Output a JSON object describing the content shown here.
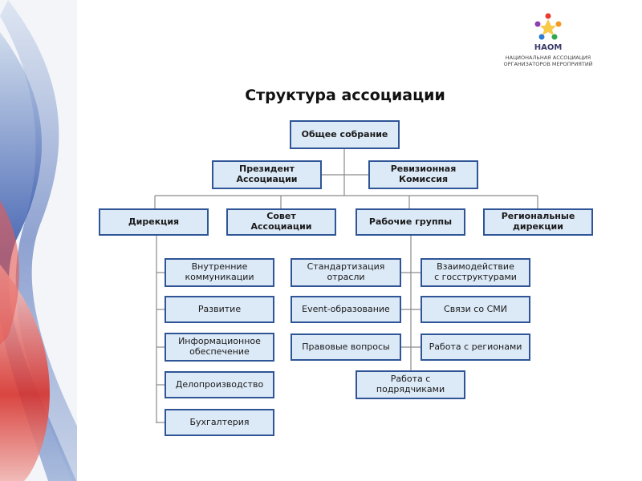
{
  "title": "Структура ассоциации",
  "logo": {
    "name": "НАОМ",
    "subtitle": "НАЦИОНАЛЬНАЯ АССОЦИАЦИЯ\nОРГАНИЗАТОРОВ МЕРОПРИЯТИЙ"
  },
  "colors": {
    "box_fill": "#dce9f7",
    "box_border": "#2f5596",
    "connector": "#8a8a8a"
  },
  "org": {
    "general_assembly": "Общее собрание",
    "president": "Президент\nАссоциации",
    "audit_commission": "Ревизионная\nКомиссия",
    "directorate": "Дирекция",
    "council": "Совет\nАссоциации",
    "working_groups": "Рабочие группы",
    "regional_directorates": "Региональные\nдирекции",
    "directorate_units": [
      "Внутренние\nкоммуникации",
      "Развитие",
      "Информационное\nобеспечение",
      "Делопроизводство",
      "Бухгалтерия"
    ],
    "groups_left": [
      "Стандартизация\nотрасли",
      "Event-образование",
      "Правовые вопросы"
    ],
    "groups_right": [
      "Взаимодействие\nс госструктурами",
      "Связи со СМИ",
      "Работа с регионами"
    ],
    "groups_bottom": "Работа с\nподрядчиками"
  }
}
